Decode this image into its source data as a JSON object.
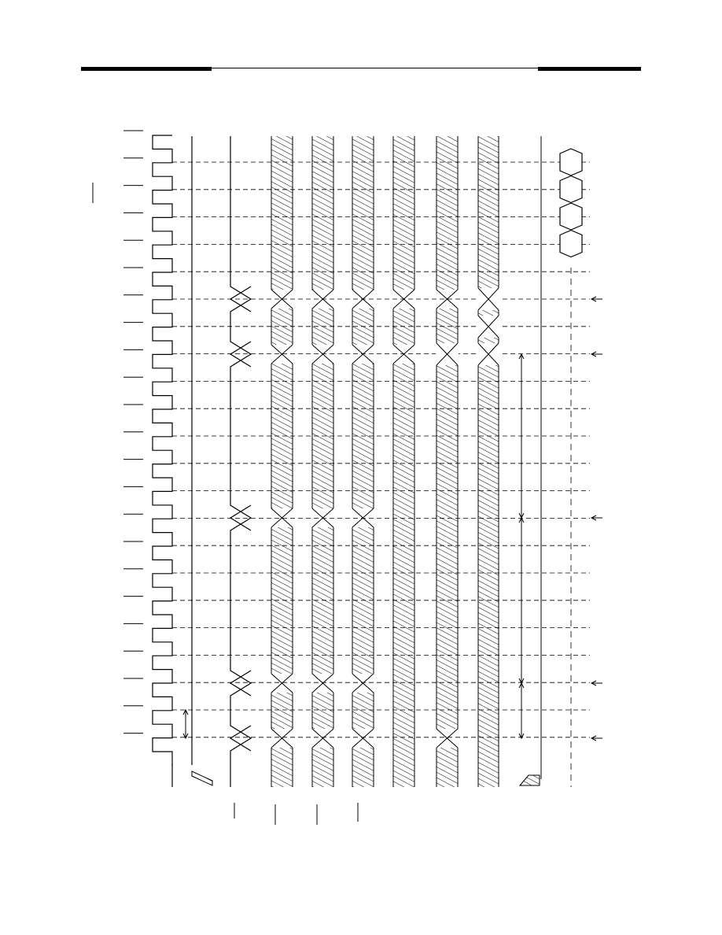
{
  "colors": {
    "ink": "#000000",
    "paper": "#ffffff"
  },
  "diagram": {
    "type": "timing-diagram",
    "orientation": "rotated-90",
    "clock_periods": 23,
    "bus_lanes": 6,
    "data_beats_shown": 4,
    "dimension_markers": 5,
    "text": []
  }
}
